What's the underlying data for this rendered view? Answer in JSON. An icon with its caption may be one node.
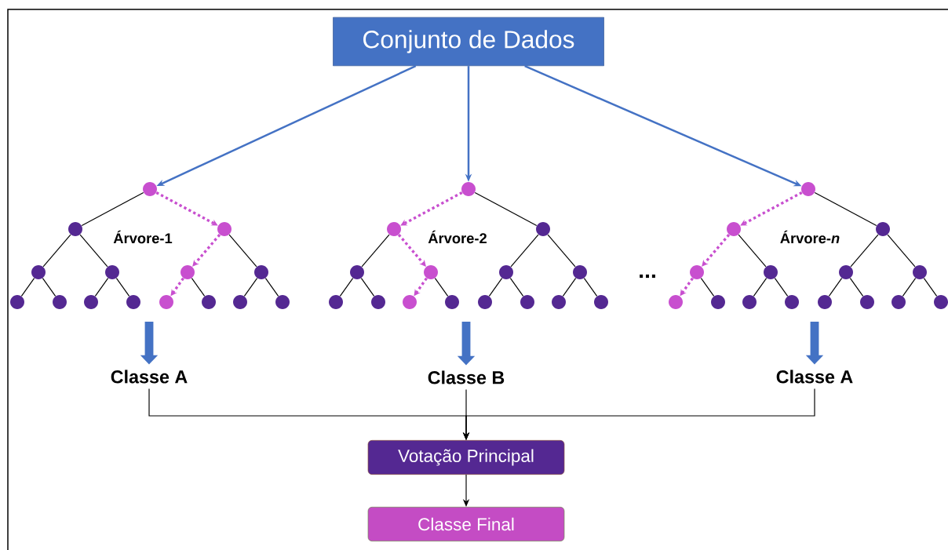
{
  "diagram": {
    "nodes": [
      {
        "text": [
          "Conjunto de Dados"
        ]
      },
      {
        "text": [],
        "shape": "circle"
      },
      {
        "text": [],
        "shape": "circle"
      },
      {
        "text": [],
        "shape": "circle"
      },
      {
        "text": [],
        "shape": "circle"
      },
      {
        "text": [],
        "shape": "circle"
      },
      {
        "text": [],
        "shape": "circle"
      },
      {
        "text": [],
        "shape": "circle"
      },
      {
        "text": [],
        "shape": "circle"
      },
      {
        "text": [],
        "shape": "circle"
      },
      {
        "text": [],
        "shape": "circle"
      },
      {
        "text": [],
        "shape": "circle"
      },
      {
        "text": [],
        "shape": "circle"
      },
      {
        "text": [],
        "shape": "circle"
      },
      {
        "text": [],
        "shape": "circle"
      },
      {
        "text": [],
        "shape": "circle"
      },
      {
        "text": [],
        "shape": "circle"
      },
      {
        "text": [],
        "shape": "circle"
      },
      {
        "text": [],
        "shape": "circle"
      },
      {
        "text": [],
        "shape": "circle"
      },
      {
        "text": [],
        "shape": "circle"
      },
      {
        "text": [],
        "shape": "circle"
      },
      {
        "text": [],
        "shape": "circle"
      },
      {
        "text": [],
        "shape": "circle"
      },
      {
        "text": [],
        "shape": "circle"
      },
      {
        "text": [],
        "shape": "circle"
      },
      {
        "text": [],
        "shape": "circle"
      },
      {
        "text": [],
        "shape": "circle"
      },
      {
        "text": [],
        "shape": "circle"
      },
      {
        "text": [],
        "shape": "circle"
      },
      {
        "text": [],
        "shape": "circle"
      },
      {
        "text": [],
        "shape": "circle"
      },
      {
        "text": [],
        "shape": "circle"
      },
      {
        "text": [],
        "shape": "circle"
      },
      {
        "text": [],
        "shape": "circle"
      },
      {
        "text": [],
        "shape": "circle"
      },
      {
        "text": [],
        "shape": "circle"
      },
      {
        "text": [],
        "shape": "circle"
      },
      {
        "text": [],
        "shape": "circle"
      },
      {
        "text": [],
        "shape": "circle"
      },
      {
        "text": [],
        "shape": "circle"
      },
      {
        "text": [],
        "shape": "circle"
      },
      {
        "text": [],
        "shape": "circle"
      },
      {
        "text": [],
        "shape": "circle"
      },
      {
        "text": [],
        "shape": "circle"
      },
      {
        "text": [],
        "shape": "circle"
      },
      {
        "text": [
          "Classe A"
        ]
      },
      {
        "text": [
          "Classe B"
        ]
      },
      {
        "text": [
          "Classe A"
        ]
      },
      {
        "text": [
          "Votação Principal"
        ]
      },
      {
        "text": [
          "Classe Final"
        ]
      }
    ],
    "edges": [
      {
        "from": 0,
        "to": 1,
        "arrow": "to",
        "color": "#4472c4"
      },
      {
        "from": 0,
        "to": 16,
        "arrow": "to",
        "color": "#4472c4"
      },
      {
        "from": 0,
        "to": 31,
        "arrow": "to",
        "color": "#4472c4"
      },
      {
        "from": 1,
        "to": 2,
        "arrow": "none"
      },
      {
        "from": 1,
        "to": 3,
        "arrow": "to",
        "style": "dashed",
        "color": "#c84fcf"
      },
      {
        "from": 2,
        "to": 4,
        "arrow": "none"
      },
      {
        "from": 2,
        "to": 5,
        "arrow": "none"
      },
      {
        "from": 3,
        "to": 6,
        "arrow": "to",
        "style": "dashed",
        "color": "#c84fcf"
      },
      {
        "from": 3,
        "to": 7,
        "arrow": "none"
      },
      {
        "from": 4,
        "to": 8,
        "arrow": "none"
      },
      {
        "from": 4,
        "to": 9,
        "arrow": "none"
      },
      {
        "from": 5,
        "to": 10,
        "arrow": "none"
      },
      {
        "from": 5,
        "to": 11,
        "arrow": "none"
      },
      {
        "from": 6,
        "to": 12,
        "arrow": "to",
        "style": "dashed",
        "color": "#c84fcf"
      },
      {
        "from": 6,
        "to": 13,
        "arrow": "none"
      },
      {
        "from": 7,
        "to": 14,
        "arrow": "none"
      },
      {
        "from": 7,
        "to": 15,
        "arrow": "none"
      },
      {
        "from": 16,
        "to": 17,
        "arrow": "to",
        "style": "dashed",
        "color": "#c84fcf"
      },
      {
        "from": 16,
        "to": 18,
        "arrow": "none"
      },
      {
        "from": 17,
        "to": 19,
        "arrow": "none"
      },
      {
        "from": 17,
        "to": 20,
        "arrow": "to",
        "style": "dashed",
        "color": "#c84fcf"
      },
      {
        "from": 18,
        "to": 21,
        "arrow": "none"
      },
      {
        "from": 18,
        "to": 22,
        "arrow": "none"
      },
      {
        "from": 19,
        "to": 23,
        "arrow": "none"
      },
      {
        "from": 19,
        "to": 24,
        "arrow": "none"
      },
      {
        "from": 20,
        "to": 25,
        "arrow": "to",
        "style": "dashed",
        "color": "#c84fcf"
      },
      {
        "from": 20,
        "to": 26,
        "arrow": "none"
      },
      {
        "from": 21,
        "to": 27,
        "arrow": "none"
      },
      {
        "from": 21,
        "to": 28,
        "arrow": "none"
      },
      {
        "from": 22,
        "to": 29,
        "arrow": "none"
      },
      {
        "from": 22,
        "to": 30,
        "arrow": "none"
      },
      {
        "from": 31,
        "to": 32,
        "arrow": "to",
        "style": "dashed",
        "color": "#c84fcf"
      },
      {
        "from": 31,
        "to": 33,
        "arrow": "none"
      },
      {
        "from": 32,
        "to": 34,
        "arrow": "to",
        "style": "dashed",
        "color": "#c84fcf"
      },
      {
        "from": 32,
        "to": 35,
        "arrow": "none"
      },
      {
        "from": 33,
        "to": 36,
        "arrow": "none"
      },
      {
        "from": 33,
        "to": 37,
        "arrow": "none"
      },
      {
        "from": 34,
        "to": 38,
        "arrow": "to",
        "style": "dashed",
        "color": "#c84fcf"
      },
      {
        "from": 34,
        "to": 39,
        "arrow": "none"
      },
      {
        "from": 35,
        "to": 40,
        "arrow": "none"
      },
      {
        "from": 35,
        "to": 41,
        "arrow": "none"
      },
      {
        "from": 36,
        "to": 42,
        "arrow": "none"
      },
      {
        "from": 36,
        "to": 43,
        "arrow": "none"
      },
      {
        "from": 37,
        "to": 44,
        "arrow": "none"
      },
      {
        "from": 37,
        "to": 45,
        "arrow": "none"
      },
      {
        "from": null,
        "to": 46,
        "arrow": "to",
        "style": "thick",
        "color": "#4472c4"
      },
      {
        "from": null,
        "to": 47,
        "arrow": "to",
        "style": "thick",
        "color": "#4472c4"
      },
      {
        "from": null,
        "to": 48,
        "arrow": "to",
        "style": "thick",
        "color": "#4472c4"
      },
      {
        "from": 46,
        "to": 49,
        "arrow": "to"
      },
      {
        "from": 47,
        "to": 49,
        "arrow": "to"
      },
      {
        "from": 48,
        "to": 49,
        "arrow": "to"
      },
      {
        "from": 49,
        "to": 50,
        "arrow": "to"
      }
    ],
    "labels": [
      "Árvore-1",
      "Árvore-2",
      "...",
      "Árvore-*n*"
    ]
  }
}
